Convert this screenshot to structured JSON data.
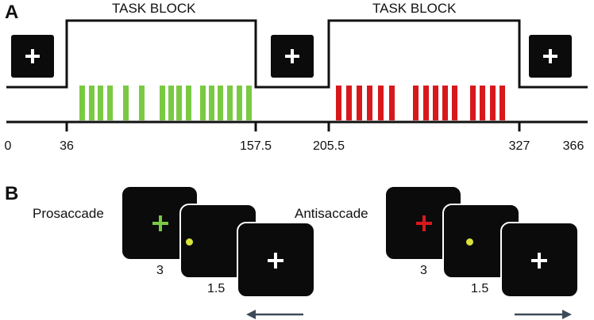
{
  "panel_a": {
    "letter": "A",
    "block_labels": [
      "TASK BLOCK",
      "TASK BLOCK"
    ],
    "timeline_ticks": [
      {
        "value": 0,
        "label": "0"
      },
      {
        "value": 36,
        "label": "36"
      },
      {
        "value": 157.5,
        "label": "157.5"
      },
      {
        "value": 205.5,
        "label": "205.5"
      },
      {
        "value": 327,
        "label": "327"
      },
      {
        "value": 366,
        "label": "366"
      }
    ],
    "task_blocks": [
      {
        "start": 36,
        "end": 157.5,
        "color": "#7ac943",
        "type": "prosaccade"
      },
      {
        "start": 205.5,
        "end": 327,
        "color": "#d7191c",
        "type": "antisaccade"
      }
    ],
    "fixation_icon": "white-plus-icon"
  },
  "panel_b": {
    "letter": "B",
    "conditions": [
      {
        "label": "Prosaccade",
        "cue_color": "#7ac943",
        "target_color": "#d8e23a",
        "cue_duration": "3",
        "target_duration": "1.5",
        "direction": "left"
      },
      {
        "label": "Antisaccade",
        "cue_color": "#d7191c",
        "target_color": "#d8e23a",
        "cue_duration": "3",
        "target_duration": "1.5",
        "direction": "right"
      }
    ]
  },
  "colors": {
    "background": "#ffffff",
    "line": "#111111",
    "screen": "#0b0b0b",
    "prosaccade": "#7ac943",
    "antisaccade": "#d7191c",
    "arrow": "#3d4a57"
  }
}
